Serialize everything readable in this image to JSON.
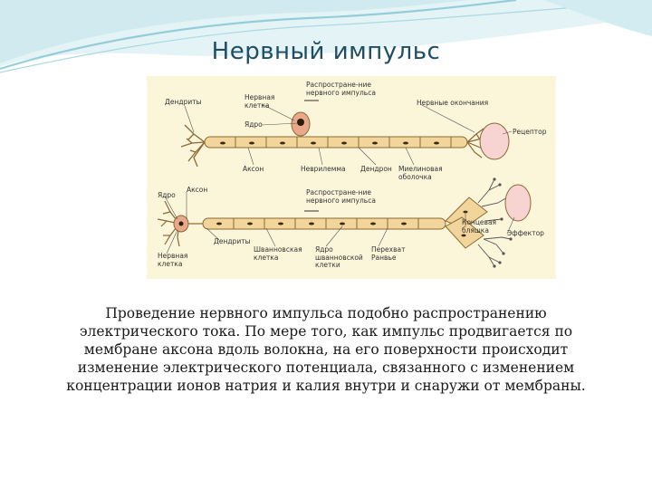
{
  "slide": {
    "title": "Нервный импульс",
    "caption_lines": [
      "Проведение нервного импульса подобно распространению",
      "электрического тока. По мере того, как импульс продвигается  по",
      "мембране аксона вдоль волокна, на его поверхности происходит",
      "изменение электрического потенциала, связанного с изменением",
      "концентрации ионов натрия и калия внутри и снаружи от мембраны."
    ]
  },
  "figure": {
    "top": {
      "dendrites": "Дендриты",
      "nerve_cell": [
        "Нервная",
        "клетка"
      ],
      "impulse_spread": [
        "Распростране-ние",
        "нервного импульса"
      ],
      "nerve_endings": "Нервные окончания",
      "nucleus": "Ядро",
      "receptor": "Рецептор",
      "axon": "Аксон",
      "neurilemma": "Неврилемма",
      "dendron": "Дендрон",
      "myelin": [
        "Миелиновая",
        "оболочка"
      ]
    },
    "bottom": {
      "nucleus": "Ядро",
      "axon": "Аксон",
      "impulse_spread": [
        "Распростране-ние",
        "нервного импульса"
      ],
      "end_plate": [
        "Концевая",
        "бляшка"
      ],
      "effector": "Эффектор",
      "nerve_cell": [
        "Нервная",
        "клетка"
      ],
      "dendrites": "Дендриты",
      "schwann_cell": [
        "Шванновская",
        "клетка"
      ],
      "schwann_nucleus": [
        "Ядро",
        "шванновской",
        "клетки"
      ],
      "ranvier_node": [
        "Перехват",
        "Ранвье"
      ]
    }
  },
  "colors": {
    "title": "#1f4e63",
    "figure_bg": "#fbf6da",
    "fiber": "#f2d59a",
    "fiber_outline": "#8a6a35",
    "cell_body": "#eaa88a",
    "receptor": "#f7d4d2",
    "wave_light": "#d8eef3",
    "wave_teal": "#8ec9d6"
  }
}
